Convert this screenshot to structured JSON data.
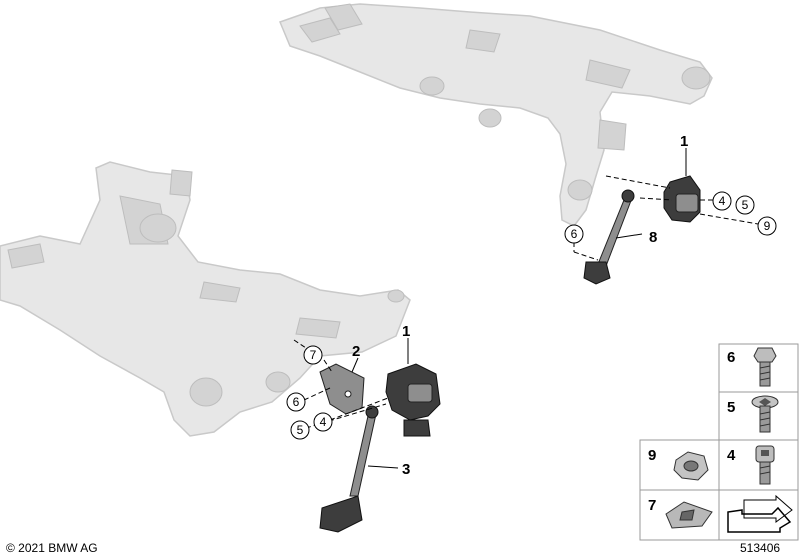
{
  "callouts": {
    "rear_sensor": "1",
    "rear_bolt_a": "4",
    "rear_bolt_b": "5",
    "rear_nut": "9",
    "rear_link": "8",
    "rear_screw": "6",
    "front_sensor": "1",
    "front_bracket": "2",
    "front_link": "3",
    "front_clip": "7",
    "front_screw": "6",
    "front_bolt_a": "4",
    "front_bolt_b": "5"
  },
  "legend": {
    "cells": [
      {
        "label": "6",
        "icon": "hex-flange-bolt-icon"
      },
      {
        "label": "5",
        "icon": "torx-flange-bolt-icon"
      },
      {
        "label": "9",
        "icon": "hex-nut-icon"
      },
      {
        "label": "4",
        "icon": "socket-head-bolt-icon"
      },
      {
        "label": "7",
        "icon": "spring-clip-icon"
      },
      {
        "label": "",
        "icon": "arrow-icon"
      }
    ]
  },
  "footer": {
    "copyright": "© 2021 BMW AG",
    "diagram_number": "513406"
  }
}
